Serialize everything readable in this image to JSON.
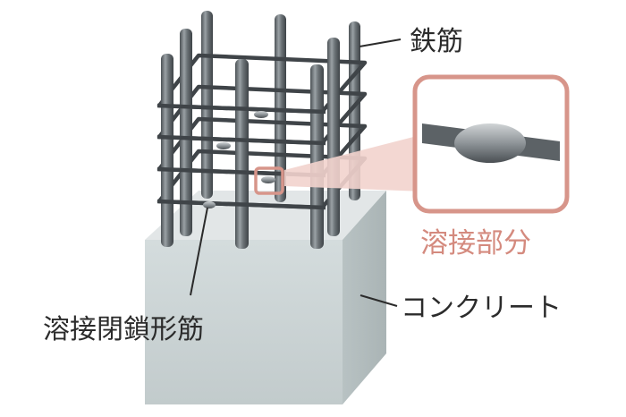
{
  "labels": {
    "rebar": "鉄筋",
    "welded_part": "溶接部分",
    "concrete": "コンクリート",
    "welded_closed_rebar": "溶接閉鎖形筋"
  },
  "colors": {
    "concrete_front": "#c9d2d3",
    "concrete_top": "#e3e7e8",
    "concrete_side": "#b9c3c4",
    "rebar": "#5c6266",
    "hoop": "#3f4448",
    "highlight": "#d7958a",
    "highlight_text": "#d48a7e",
    "text": "#2b2b2b"
  },
  "icons": {
    "callout": "magnified-weld-callout"
  }
}
